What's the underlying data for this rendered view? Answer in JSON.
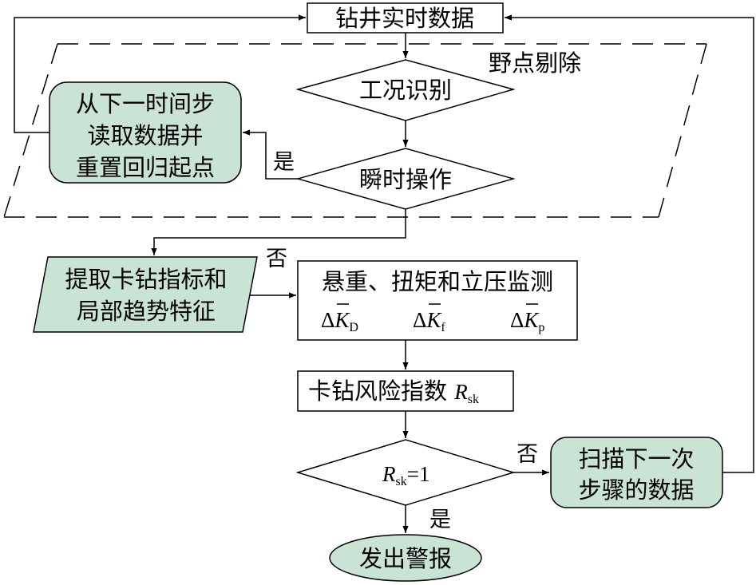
{
  "nodes": {
    "realtime_data": "钻井实时数据",
    "outlier_region": "野点剔除",
    "condition_recognition": "工况识别",
    "transient_operation": "瞬时操作",
    "reread_line1": "从下一时间步",
    "reread_line2": "读取数据并",
    "reread_line3": "重置回归起点",
    "extract_line1": "提取卡钻指标和",
    "extract_line2": "局部趋势特征",
    "monitor_line1": "悬重、扭矩和立压监测",
    "monitor_delta": "Δ",
    "monitor_K": "K",
    "monitor_sub_D": "D",
    "monitor_sub_f": "f",
    "monitor_sub_p": "p",
    "risk_index_text": "卡钻风险指数 ",
    "risk_R": "R",
    "risk_sub": "sk",
    "decision_R": "R",
    "decision_sub": "sk",
    "decision_eq": "=1",
    "scan_line1": "扫描下一次",
    "scan_line2": "步骤的数据",
    "alarm": "发出警报"
  },
  "edge_labels": {
    "transient_yes": "是",
    "transient_no": "否",
    "decision_no": "否",
    "decision_yes": "是"
  },
  "colors": {
    "green_fill": "#c9e4d4",
    "stroke": "#000000"
  }
}
